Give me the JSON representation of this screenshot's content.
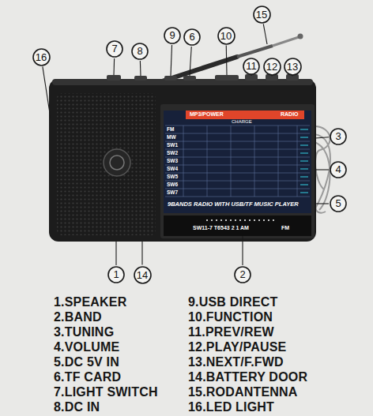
{
  "diagram": {
    "nodes": [
      {
        "text": [
          "16"
        ]
      },
      {
        "text": [
          "7"
        ]
      },
      {
        "text": [
          "8"
        ]
      },
      {
        "text": [
          "9"
        ]
      },
      {
        "text": [
          "6"
        ]
      },
      {
        "text": [
          "10"
        ]
      },
      {
        "text": [
          "15"
        ]
      },
      {
        "text": [
          "11"
        ]
      },
      {
        "text": [
          "12"
        ]
      },
      {
        "text": [
          "13"
        ]
      },
      {
        "text": [
          "3"
        ]
      },
      {
        "text": [
          "4"
        ]
      },
      {
        "text": [
          "5"
        ]
      },
      {
        "text": [
          "1"
        ]
      },
      {
        "text": [
          "14"
        ]
      },
      {
        "text": [
          "2"
        ]
      }
    ],
    "labels": [
      "1.SPEAKER",
      "2.BAND",
      "3.TUNING",
      "4.VOLUME",
      "5.DC 5V IN",
      "6.TF CARD",
      "7.LIGHT SWITCH",
      "8.DC IN",
      "9.USB DIRECT",
      "10.FUNCTION",
      "11.PREV/REW",
      "12.PLAY/PAUSE",
      "13.NEXT/F.FWD",
      "14.BATTERY DOOR",
      "15.RODANTENNA",
      "16.LED LIGHT",
      "MP3/POWER",
      "RADIO",
      "CHARGE",
      "FM",
      "MW",
      "SW1",
      "SW2",
      "SW3",
      "SW4",
      "SW5",
      "SW6",
      "SW7",
      "9BANDS RADIO WITH USB/TF MUSIC PLAYER",
      "SW11-7 T6543 2 1 AM",
      "FM"
    ]
  }
}
